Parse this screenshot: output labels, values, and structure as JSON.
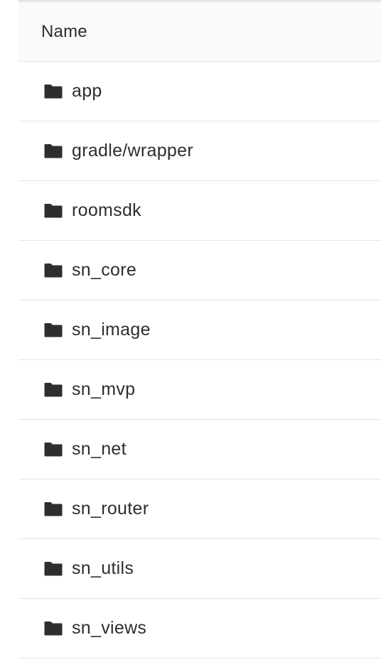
{
  "table": {
    "header": {
      "name_label": "Name"
    },
    "rows": [
      {
        "name": "app",
        "icon": "folder-icon"
      },
      {
        "name": "gradle/wrapper",
        "icon": "folder-icon"
      },
      {
        "name": "roomsdk",
        "icon": "folder-icon"
      },
      {
        "name": "sn_core",
        "icon": "folder-icon"
      },
      {
        "name": "sn_image",
        "icon": "folder-icon"
      },
      {
        "name": "sn_mvp",
        "icon": "folder-icon"
      },
      {
        "name": "sn_net",
        "icon": "folder-icon"
      },
      {
        "name": "sn_router",
        "icon": "folder-icon"
      },
      {
        "name": "sn_utils",
        "icon": "folder-icon"
      },
      {
        "name": "sn_views",
        "icon": "folder-icon"
      }
    ]
  },
  "colors": {
    "text": "#2e2e2e",
    "header_bg": "#fafafa",
    "border": "#e5e5e5",
    "icon": "#2e2e2e"
  }
}
